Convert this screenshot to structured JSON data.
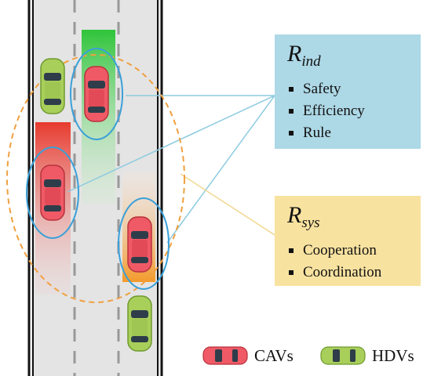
{
  "rind": {
    "title_base": "R",
    "title_sub": "ind",
    "items": [
      "Safety",
      "Efficiency",
      "Rule"
    ]
  },
  "rsys": {
    "title_base": "R",
    "title_sub": "sys",
    "items": [
      "Cooperation",
      "Coordination"
    ]
  },
  "legend": {
    "cav_label": "CAVs",
    "hdv_label": "HDVs"
  },
  "colors": {
    "cav": "#ef5a66",
    "hdv": "#a8cf5a",
    "rind_box": "#add8e6",
    "rsys_box": "#f8e2a0",
    "highlight_ellipse": "#3aa0d8",
    "group_ellipse": "#f0a040",
    "rind_link": "#8ccbe0",
    "rsys_link": "#f0d890"
  }
}
